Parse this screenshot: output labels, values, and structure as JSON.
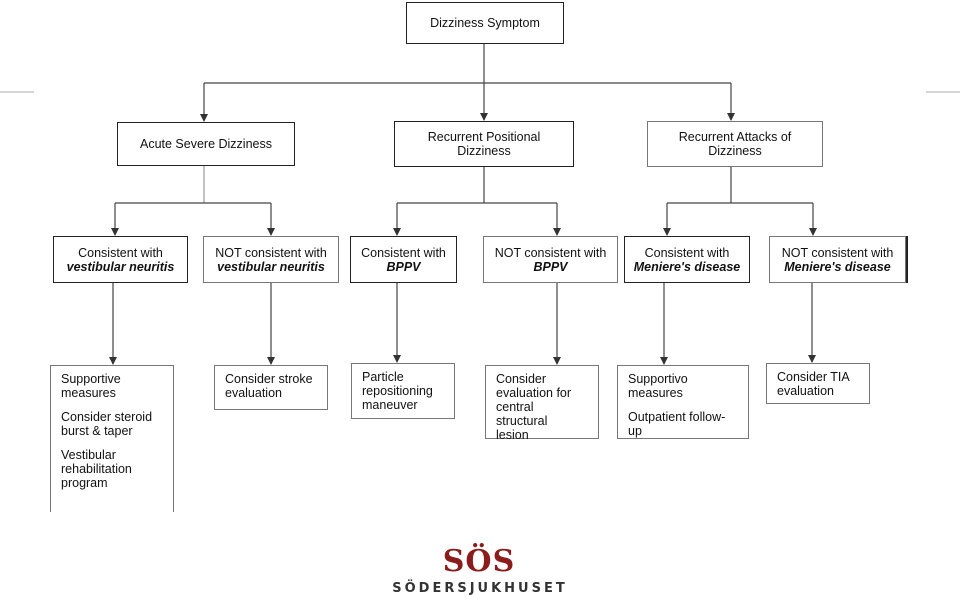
{
  "root": {
    "label": "Dizziness Symptom"
  },
  "categories": [
    {
      "label": "Acute Severe Dizziness"
    },
    {
      "label": "Recurrent Positional\nDizziness"
    },
    {
      "label": "Recurrent Attacks of\nDizziness"
    }
  ],
  "criteria": [
    {
      "line1": "Consistent with",
      "line2": "vestibular neuritis"
    },
    {
      "line1": "NOT consistent with",
      "line2": "vestibular neuritis"
    },
    {
      "line1": "Consistent with",
      "line2": "BPPV"
    },
    {
      "line1": "NOT consistent with",
      "line2": "BPPV"
    },
    {
      "line1": "Consistent with",
      "line2": "Meniere's disease"
    },
    {
      "line1": "NOT consistent with",
      "line2": "Meniere's disease"
    }
  ],
  "outcomes": [
    {
      "items": [
        "Supportive\nmeasures",
        "Consider steroid\nburst & taper",
        "Vestibular\nrehabilitation\nprogram"
      ]
    },
    {
      "items": [
        "Consider stroke\nevaluation"
      ]
    },
    {
      "items": [
        "Particle\nrepositioning\nmaneuver"
      ]
    },
    {
      "items": [
        "Consider\nevaluation for\ncentral structural\nlesion"
      ]
    },
    {
      "items": [
        "Supportivo\nmeasures",
        "Outpatient follow-up"
      ]
    },
    {
      "items": [
        "Consider TIA\nevaluation"
      ]
    }
  ],
  "logo": {
    "mark": "SÖS",
    "wordmark": "SÖDERSJUKHUSET",
    "color": "#8a1c1c"
  }
}
